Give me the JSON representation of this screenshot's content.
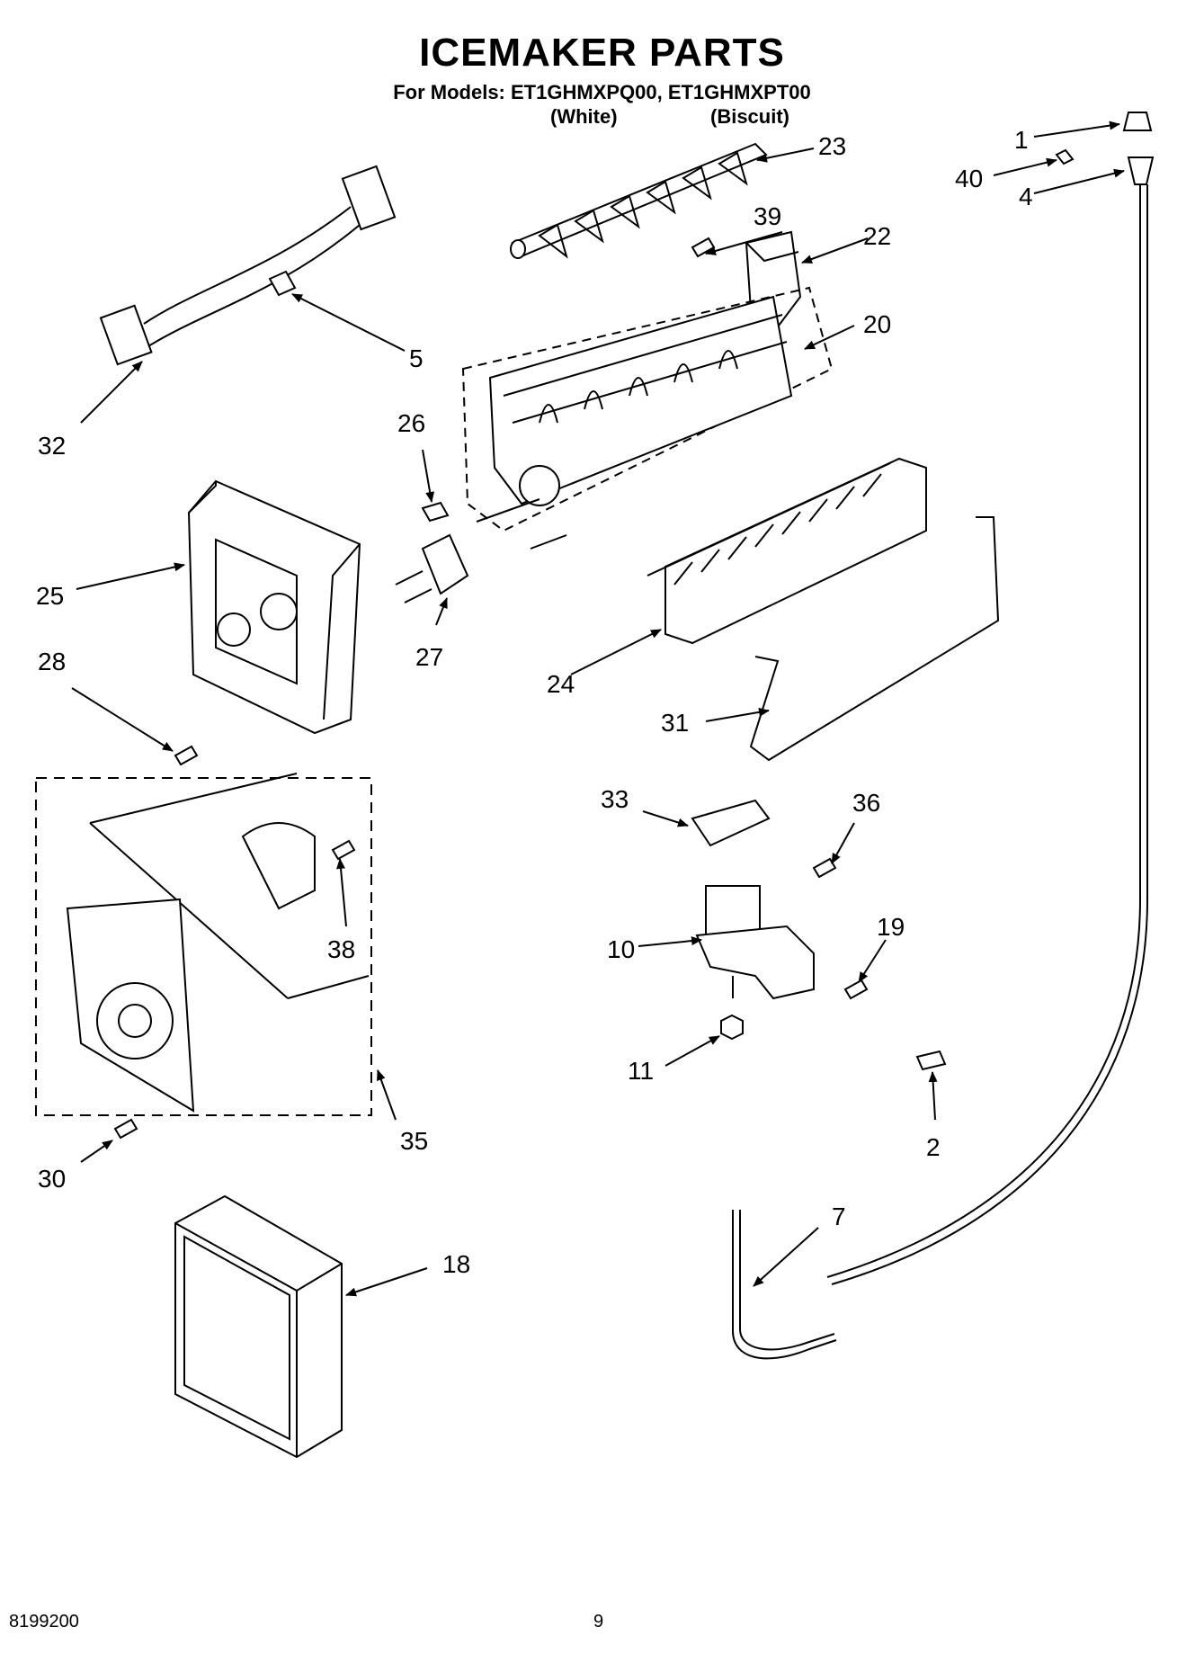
{
  "header": {
    "title": "ICEMAKER PARTS",
    "models_line": "For Models: ET1GHMXPQ00, ET1GHMXPT00",
    "variant_white": "(White)",
    "variant_biscuit": "(Biscuit)"
  },
  "callouts": [
    "1",
    "40",
    "4",
    "23",
    "39",
    "22",
    "20",
    "5",
    "32",
    "26",
    "25",
    "27",
    "24",
    "28",
    "31",
    "33",
    "36",
    "38",
    "10",
    "19",
    "11",
    "2",
    "35",
    "30",
    "7",
    "18"
  ],
  "footer": {
    "doc_number": "8199200",
    "page_number": "9"
  }
}
